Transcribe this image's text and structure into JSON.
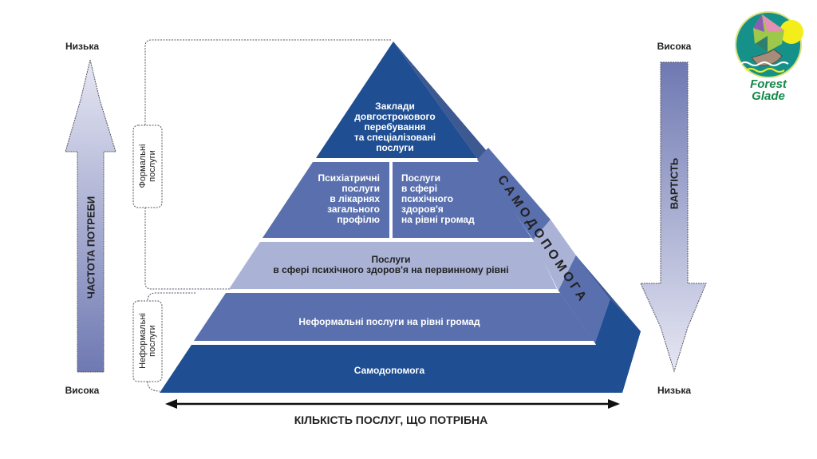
{
  "logo": {
    "line1": "Forest",
    "line2": "Glade"
  },
  "left_axis": {
    "top": "Низька",
    "bottom": "Висока",
    "arrow_label": "ЧАСТОТА ПОТРЕБИ"
  },
  "right_axis": {
    "top": "Висока",
    "bottom": "Низька",
    "arrow_label": "ВАРТІСТЬ"
  },
  "bottom_axis": {
    "label": "КІЛЬКІСТЬ ПОСЛУГ, ЩО ПОТРІБНА"
  },
  "brackets": {
    "formal": [
      "Формальні",
      "послуги"
    ],
    "informal": [
      "Неформальні",
      "послуги"
    ]
  },
  "pyramid": {
    "tier1": [
      "Заклади",
      "довгострокового",
      "перебування",
      "та спеціалізовані",
      "послуги"
    ],
    "tier2_left": [
      "Психіатричні",
      "послуги",
      "в лікарнях",
      "загального",
      "профілю"
    ],
    "tier2_right": [
      "Послуги",
      "в сфері",
      "психічного",
      "здоров'я",
      "на рівні громад"
    ],
    "tier3": [
      "Послуги",
      "в сфері психічного здоров'я на первинному рівні"
    ],
    "tier4": "Неформальні послуги на рівні громад",
    "tier5": "Самодопомога",
    "side_label": "САМОДОПОМОГА"
  },
  "colors": {
    "dark": "#1f4f92",
    "mid": "#5a70ae",
    "light": "#aab3d6",
    "side": "#3d5992"
  }
}
